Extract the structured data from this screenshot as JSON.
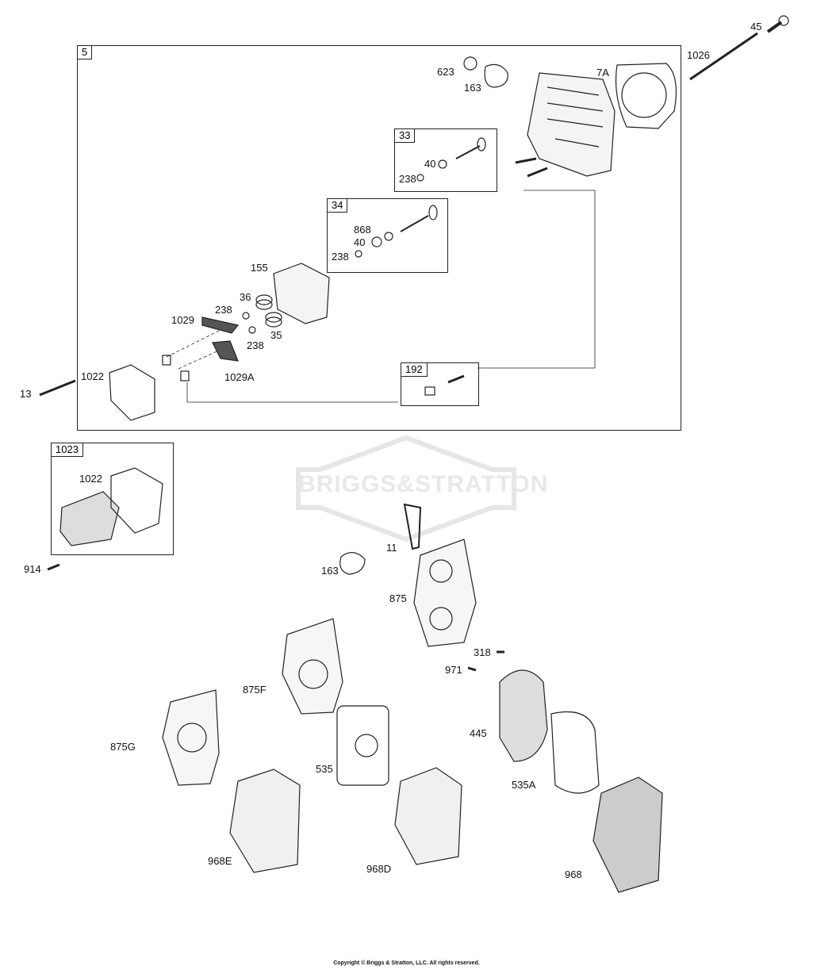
{
  "watermark": "BRIGGS&STRATTON",
  "copyright": "Copyright © Briggs & Stratton, LLC. All rights reserved.",
  "groups": {
    "g5": "5",
    "g33": "33",
    "g34": "34",
    "g192": "192",
    "g1023": "1023"
  },
  "labels": {
    "p45": "45",
    "p1026": "1026",
    "p623": "623",
    "p163a": "163",
    "p7A": "7A",
    "p40a": "40",
    "p238a": "238",
    "p868": "868",
    "p40b": "40",
    "p238b": "238",
    "p155": "155",
    "p36": "36",
    "p238c": "238",
    "p1029": "1029",
    "p238d": "238",
    "p35": "35",
    "p1022a": "1022",
    "p1029A": "1029A",
    "p13": "13",
    "p1022b": "1022",
    "p914": "914",
    "p11": "11",
    "p163b": "163",
    "p875": "875",
    "p318": "318",
    "p971": "971",
    "p875F": "875F",
    "p445": "445",
    "p875G": "875G",
    "p535": "535",
    "p535A": "535A",
    "p968E": "968E",
    "p968D": "968D",
    "p968": "968"
  }
}
